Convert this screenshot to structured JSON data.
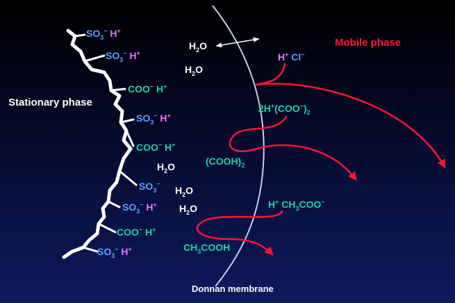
{
  "labels": {
    "stationary_phase": "Stationary phase",
    "mobile_phase": "Mobile phase",
    "donnan_membrane": "Donnan membrane"
  },
  "groups": [
    {
      "anion": "SO",
      "sub": "3",
      "sup": "−",
      "cation": "H",
      "cation_sup": "+"
    },
    {
      "anion": "SO",
      "sub": "3",
      "sup": "−",
      "cation": "H",
      "cation_sup": "+"
    },
    {
      "anion": "COO",
      "sup": "−",
      "cation": "H",
      "cation_sup": "+"
    },
    {
      "anion": "SO",
      "sub": "3",
      "sup": "−",
      "cation": "H",
      "cation_sup": "+"
    },
    {
      "anion": "COO",
      "sup": "−",
      "cation": "H",
      "cation_sup": "+"
    },
    {
      "anion": "SO",
      "sub": "3",
      "sup": "−"
    },
    {
      "anion": "SO",
      "sub": "3",
      "sup": "−",
      "cation": "H",
      "cation_sup": "+"
    },
    {
      "anion": "COO",
      "sup": "−",
      "cation": "H",
      "cation_sup": "+"
    },
    {
      "anion": "SO",
      "sub": "3",
      "sup": "−",
      "cation": "H",
      "cation_sup": "+"
    }
  ],
  "water": {
    "h": "H",
    "sub": "2",
    "o": "O"
  },
  "mobile_species": {
    "hcl": {
      "h": "H",
      "h_sup": "+",
      "cl": "Cl",
      "cl_sup": "−"
    },
    "oxalate": {
      "pre": "2H",
      "pre_sup": "+",
      "body": "(COO",
      "body_sup": "−",
      "close": ")",
      "sub": "2"
    },
    "oxalic": {
      "body": "(COOH)",
      "sub": "2"
    },
    "acetate": {
      "h": "H",
      "h_sup": "+",
      "ch": "CH",
      "ch_sub": "3",
      "coo": "COO",
      "coo_sup": "−"
    },
    "acetic": {
      "ch": "CH",
      "ch_sub": "3",
      "cooh": "COOH"
    }
  },
  "colors": {
    "sulfonate": "#5aa0ff",
    "proton": "#e876ff",
    "carboxylate": "#1ed2a8",
    "arrow": "#ff1438",
    "membrane": "#c8cfe8"
  }
}
